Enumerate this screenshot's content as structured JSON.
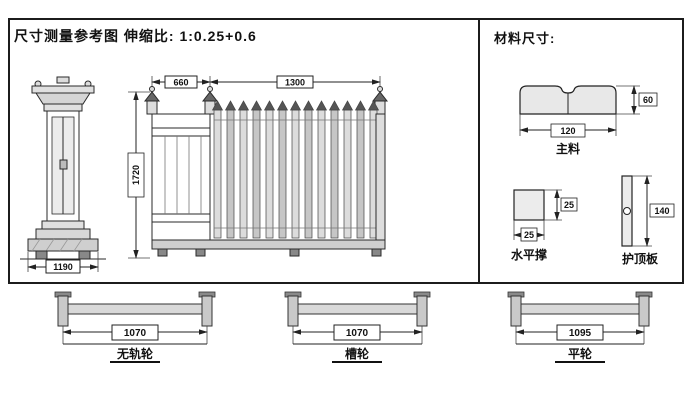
{
  "header": {
    "title": "尺寸测量参考图  伸缩比: 1:0.25+0.6"
  },
  "materials": {
    "title": "材料尺寸:",
    "main_profile": {
      "label": "主料",
      "width": "120",
      "height": "60"
    },
    "horizontal_brace": {
      "label": "水平撑",
      "width": "25",
      "height": "25"
    },
    "top_plate": {
      "label": "护顶板",
      "height": "140"
    }
  },
  "post": {
    "width": "1190"
  },
  "gate": {
    "height": "1720",
    "folded_width": "660",
    "open_width": "1300"
  },
  "wheels": [
    {
      "label": "无轨轮",
      "length": "1070"
    },
    {
      "label": "槽轮",
      "length": "1070"
    },
    {
      "label": "平轮",
      "length": "1095"
    }
  ]
}
